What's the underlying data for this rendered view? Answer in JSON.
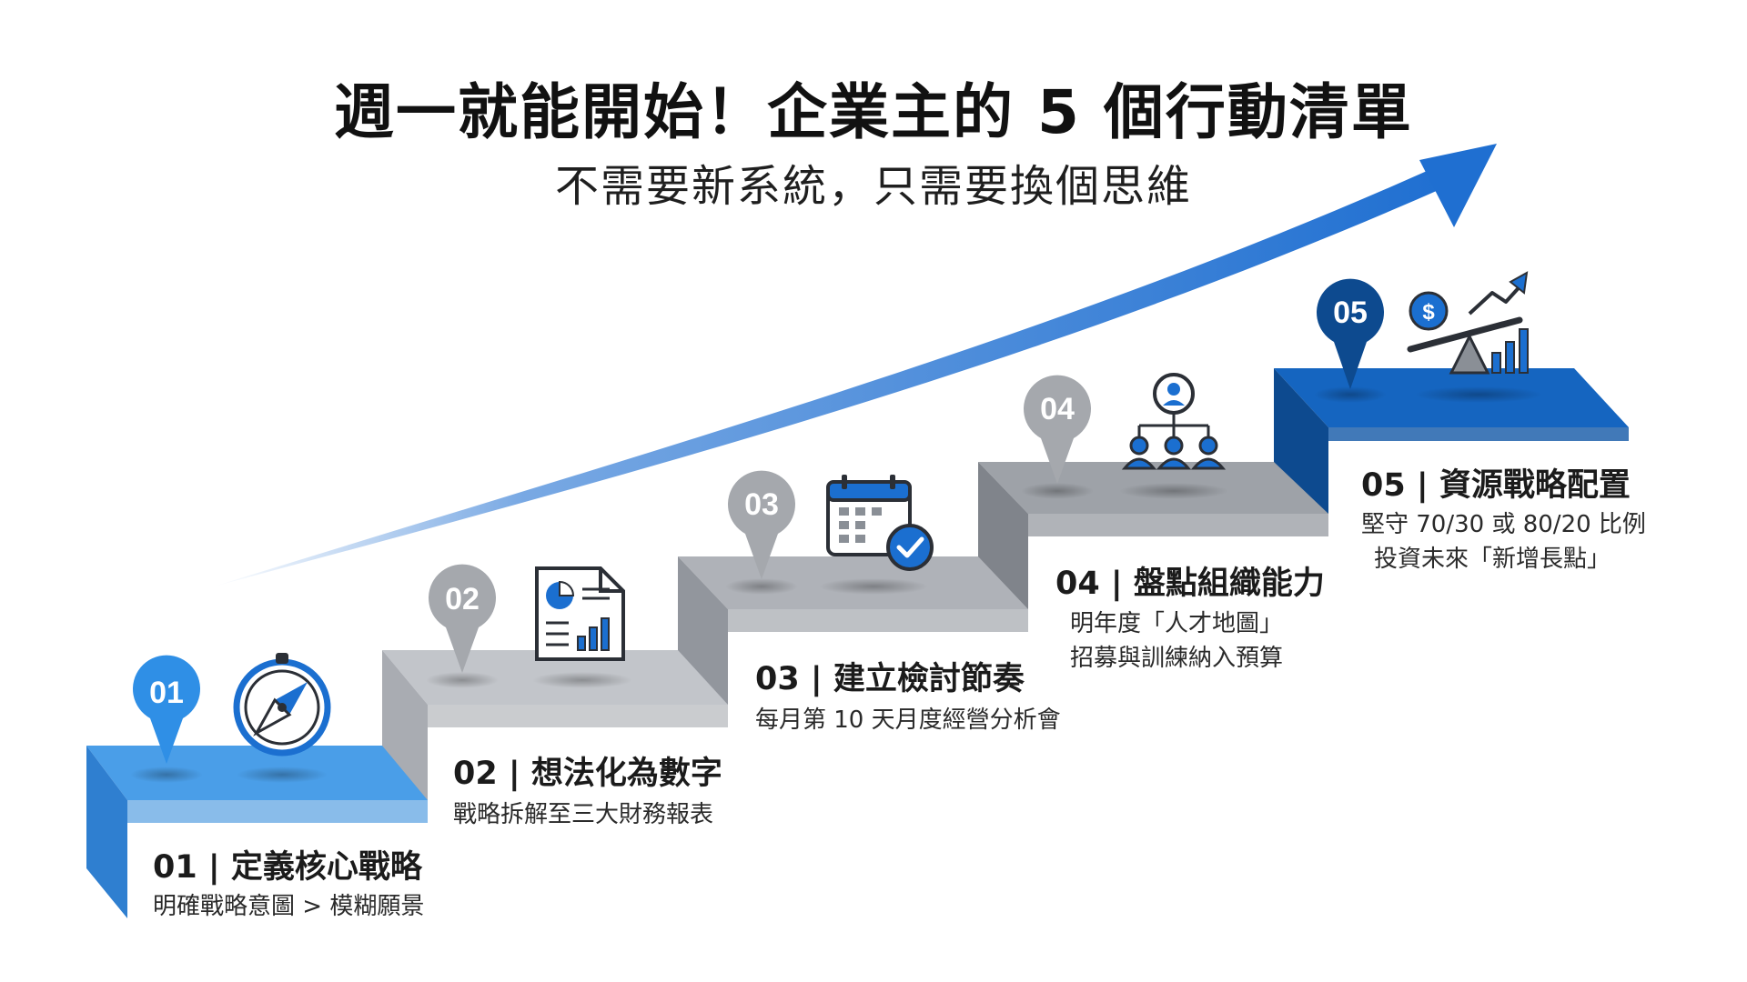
{
  "header": {
    "title": "週一就能開始！企業主的 5 個行動清單",
    "subtitle": "不需要新系統，只需要換個思維"
  },
  "steps": [
    {
      "number": "01",
      "heading": "01 | 定義核心戰略",
      "lines": [
        "明確戰略意圖 > 模糊願景"
      ],
      "icon": "compass-icon",
      "color": "#4a9ee8"
    },
    {
      "number": "02",
      "heading": "02 | 想法化為數字",
      "lines": [
        "戰略拆解至三大財務報表"
      ],
      "icon": "report-chart-icon",
      "color": "#b5b8bd"
    },
    {
      "number": "03",
      "heading": "03 | 建立檢討節奏",
      "lines": [
        "每月第 10 天月度經營分析會"
      ],
      "icon": "calendar-check-icon",
      "color": "#9ea2a8"
    },
    {
      "number": "04",
      "heading": "04 | 盤點組織能力",
      "lines": [
        "明年度「人才地圖」",
        "招募與訓練納入預算"
      ],
      "icon": "org-chart-icon",
      "color": "#8c9096"
    },
    {
      "number": "05",
      "heading": "05 | 資源戰略配置",
      "lines": [
        "堅守 70/30 或 80/20 比例",
        "投資未來「新增長點」"
      ],
      "icon": "balance-growth-icon",
      "color": "#1565c0"
    }
  ],
  "colors": {
    "arrow": "#1f6fd1",
    "pin_step1": "#2f8fe6",
    "pin_gray": "#a5a8ad",
    "pin_step5": "#0d4a8f",
    "icon_blue": "#1b6fd0",
    "icon_dark": "#2b2f36"
  }
}
